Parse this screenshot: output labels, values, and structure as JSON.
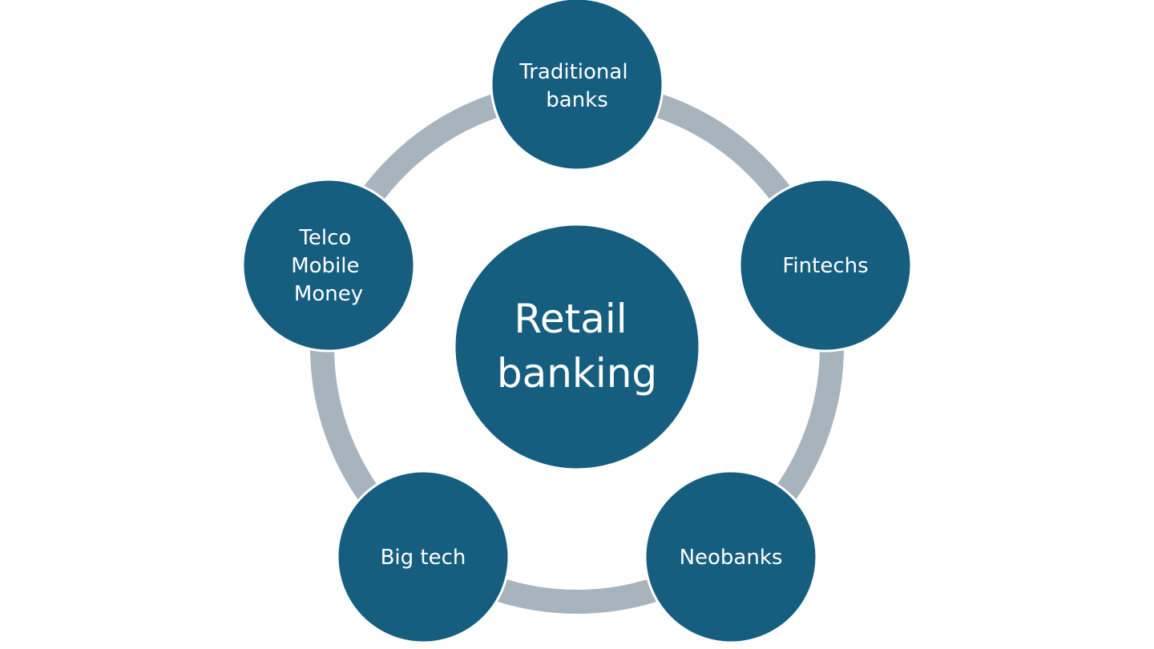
{
  "colors": {
    "node_fill": "#155e7f",
    "node_stroke": "#ffffff",
    "ring": "#a7b4be",
    "text": "#ffffff"
  },
  "center": {
    "lines": [
      "Retail",
      "banking"
    ]
  },
  "nodes": [
    {
      "id": "traditional-banks",
      "lines": [
        "Traditional",
        "banks"
      ]
    },
    {
      "id": "fintechs",
      "lines": [
        "Fintechs"
      ]
    },
    {
      "id": "neobanks",
      "lines": [
        "Neobanks"
      ]
    },
    {
      "id": "big-tech",
      "lines": [
        "Big tech"
      ]
    },
    {
      "id": "telco-mobile-money",
      "lines": [
        "Telco",
        "Mobile",
        "Money"
      ]
    }
  ]
}
